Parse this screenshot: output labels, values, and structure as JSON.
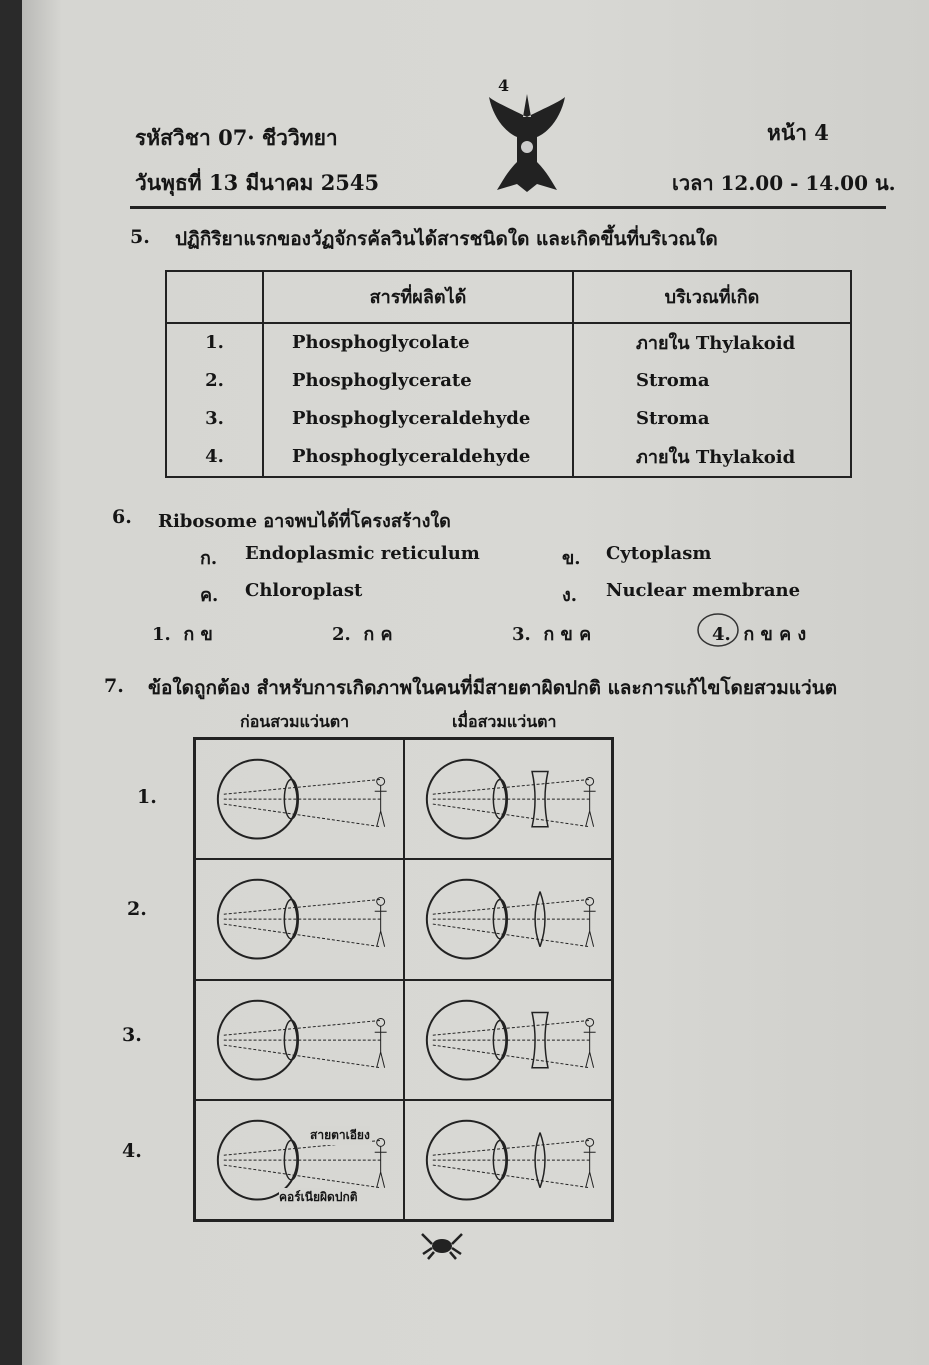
{
  "header": {
    "page_top_number": "4",
    "subject": "รหัสวิชา 07· ชีววิทยา",
    "date": "วันพุธที่ 13 มีนาคม 2545",
    "page": "หน้า 4",
    "time": "เวลา 12.00 - 14.00 น."
  },
  "q5": {
    "number": "5.",
    "text": "ปฏิกิริยาแรกของวัฏจักรคัลวินได้สารชนิดใด และเกิดขึ้นที่บริเวณใด",
    "columns": [
      "",
      "สารที่ผลิตได้",
      "บริเวณที่เกิด"
    ],
    "rows": [
      [
        "1.",
        "Phosphoglycolate",
        "ภายใน  Thylakoid"
      ],
      [
        "2.",
        "Phosphoglycerate",
        "Stroma"
      ],
      [
        "3.",
        "Phosphoglyceraldehyde",
        "Stroma"
      ],
      [
        "4.",
        "Phosphoglyceraldehyde",
        "ภายใน  Thylakoid"
      ]
    ]
  },
  "q6": {
    "number": "6.",
    "text": "Ribosome อาจพบได้ที่โครงสร้างใด",
    "items": [
      {
        "key": "ก.",
        "label": "Endoplasmic reticulum"
      },
      {
        "key": "ข.",
        "label": "Cytoplasm"
      },
      {
        "key": "ค.",
        "label": "Chloroplast"
      },
      {
        "key": "ง.",
        "label": "Nuclear membrane"
      }
    ],
    "choices": [
      {
        "num": "1.",
        "text": "ก  ข"
      },
      {
        "num": "2.",
        "text": "ก  ค"
      },
      {
        "num": "3.",
        "text": "ก  ข  ค"
      },
      {
        "num": "4.",
        "text": "ก  ข  ค  ง"
      }
    ]
  },
  "q7": {
    "number": "7.",
    "text": "ข้อใดถูกต้อง สำหรับการเกิดภาพในคนที่มีสายตาผิดปกติ และการแก้ไขโดยสวมแว่นต",
    "col_before": "ก่อนสวมแว่นตา",
    "col_after": "เมื่อสวมแว่นตา",
    "row_labels": [
      "1.",
      "2.",
      "3.",
      "4."
    ],
    "annotation_top": "สายตาเอียง",
    "annotation_bottom": "คอร์เนียผิดปกติ"
  }
}
